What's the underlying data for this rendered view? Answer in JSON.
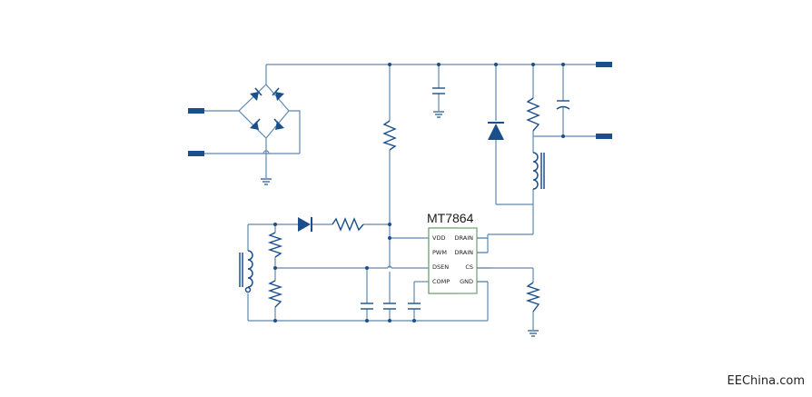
{
  "chip": {
    "name": "MT7864",
    "pins_left": [
      "VDD",
      "PWM",
      "DSEN",
      "COMP"
    ],
    "pins_right": [
      "DRAIN",
      "DRAIN",
      "CS",
      "GND"
    ]
  },
  "watermark": "EEChina.com",
  "colors": {
    "wire": "#5f88b0",
    "component": "#1a4f8c",
    "chip_border": "#6ea06e",
    "text": "#1a1a1a"
  }
}
